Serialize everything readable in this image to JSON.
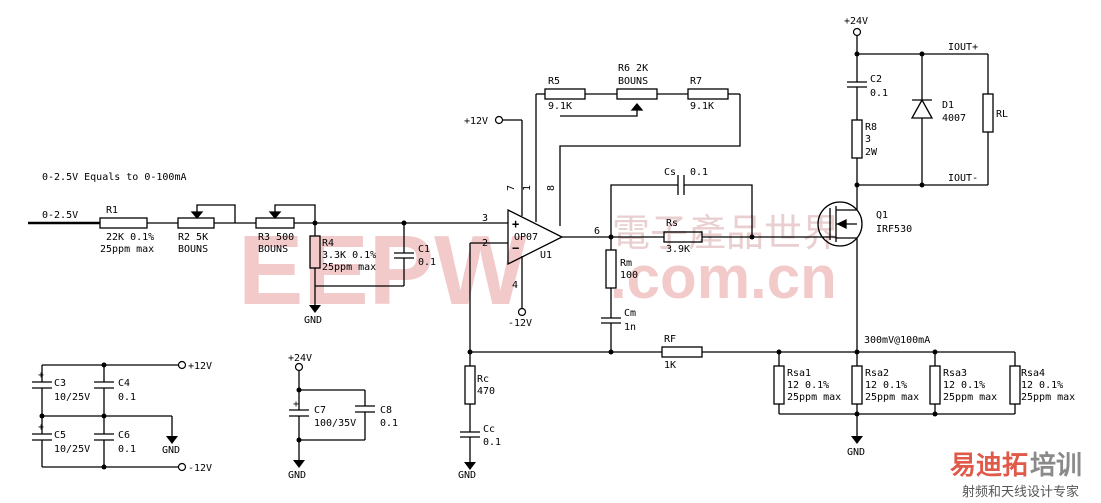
{
  "title": "0-2.5V Equals to 0-100mA",
  "input_label": "0-2.5V",
  "supplies": {
    "pos12": "+12V",
    "neg12": "-12V",
    "pos12_rail": "+12V",
    "neg12_rail": "-12V",
    "pos24_top": "+24V",
    "pos24_mid": "+24V"
  },
  "gnd": {
    "r4": "GND",
    "rc": "GND",
    "rsa": "GND",
    "c4": "GND",
    "c7": "GND"
  },
  "components": {
    "r1": {
      "name": "R1",
      "value": "22K 0.1%",
      "spec": "25ppm max"
    },
    "r2": {
      "name": "R2  5K",
      "note": "BOUNS"
    },
    "r3": {
      "name": "R3 500",
      "note": "BOUNS"
    },
    "r4": {
      "name": "R4",
      "value": "3.3K 0.1%",
      "spec": "25ppm max"
    },
    "c1": {
      "name": "C1",
      "value": "0.1"
    },
    "u1": {
      "name": "OP07",
      "ref": "U1",
      "pin3": "3",
      "pin2": "2",
      "pin6": "6",
      "pin7": "7",
      "pin1": "1",
      "pin8": "8",
      "pin4": "4"
    },
    "r5": {
      "name": "R5",
      "value": "9.1K"
    },
    "r6": {
      "name": "R6  2K",
      "note": "BOUNS"
    },
    "r7": {
      "name": "R7",
      "value": "9.1K"
    },
    "cs": {
      "name": "Cs",
      "value": "0.1"
    },
    "rs": {
      "name": "Rs",
      "value": "3.9K"
    },
    "rm": {
      "name": "Rm",
      "value": "100"
    },
    "cm": {
      "name": "Cm",
      "value": "1n"
    },
    "rf": {
      "name": "RF",
      "value": "1K"
    },
    "rc": {
      "name": "Rc",
      "value": "470"
    },
    "cc": {
      "name": "Cc",
      "value": "0.1"
    },
    "q1": {
      "name": "Q1",
      "value": "IRF530"
    },
    "c2": {
      "name": "C2",
      "value": "0.1"
    },
    "r8": {
      "name": "R8",
      "value": "3",
      "spec": "2W"
    },
    "d1": {
      "name": "D1",
      "value": "4007"
    },
    "rl": {
      "name": "RL"
    },
    "iout_pos": "IOUT+",
    "iout_neg": "IOUT-",
    "sense_note": "300mV@100mA",
    "rsa1": {
      "name": "Rsa1",
      "value": "12 0.1%",
      "spec": "25ppm max"
    },
    "rsa2": {
      "name": "Rsa2",
      "value": "12 0.1%",
      "spec": "25ppm max"
    },
    "rsa3": {
      "name": "Rsa3",
      "value": "12 0.1%",
      "spec": "25ppm max"
    },
    "rsa4": {
      "name": "Rsa4",
      "value": "12 0.1%",
      "spec": "25ppm max"
    },
    "c3": {
      "name": "C3",
      "value": "10/25V"
    },
    "c4": {
      "name": "C4",
      "value": "0.1"
    },
    "c5": {
      "name": "C5",
      "value": "10/25V"
    },
    "c6": {
      "name": "C6",
      "value": "0.1"
    },
    "c7": {
      "name": "C7",
      "value": "100/35V"
    },
    "c8": {
      "name": "C8",
      "value": "0.1"
    }
  },
  "watermark": {
    "eepw": "EEPW",
    "dotcom": ".com.cn",
    "cn_text": "電子產品世界",
    "brand1": "易迪拓",
    "brand2": "培训",
    "brand_sub": "射频和天线设计专家"
  }
}
